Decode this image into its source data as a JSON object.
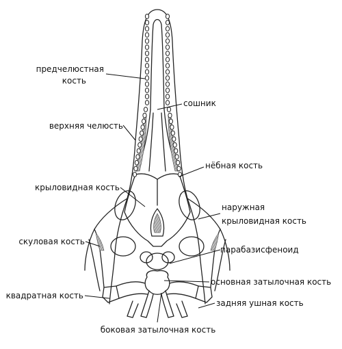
{
  "labels": {
    "premaxilla": [
      "предчелюстная",
      "кость"
    ],
    "vomer": "сошник",
    "maxilla": "верхняя челюсть",
    "palatine": "нёбная кость",
    "pterygoid": "крыловидная кость",
    "ectopterygoid": [
      "наружная",
      "крыловидная кость"
    ],
    "jugal": "скуловая кость",
    "parabasisphenoid": "парабазисфеноид",
    "basioccipital": "основная затылочная кость",
    "quadrate": "квадратная кость",
    "opisthotic": "задняя ушная кость",
    "exoccipital": "боковая затылочная кость"
  },
  "colors": {
    "stroke": "#222222",
    "shade": "#9a9a9a",
    "background": "#ffffff"
  }
}
